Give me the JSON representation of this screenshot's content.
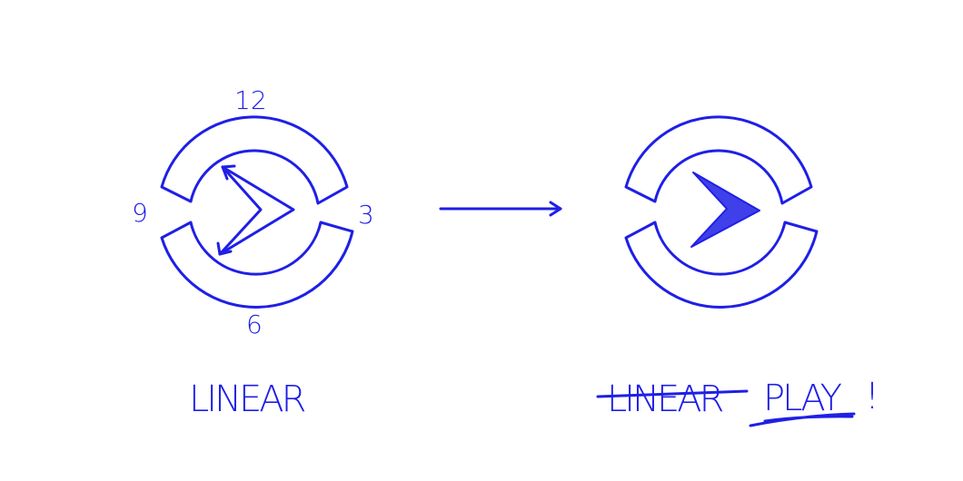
{
  "colors": {
    "ink": "#1f1fe6",
    "background": "#ffffff"
  },
  "left": {
    "clock_numbers": {
      "twelve": "12",
      "three": "3",
      "six": "6",
      "nine": "9"
    },
    "caption": "LINEAR"
  },
  "right": {
    "struck_caption": "LINEAR",
    "caption": "PLAY",
    "exclamation": "!"
  }
}
